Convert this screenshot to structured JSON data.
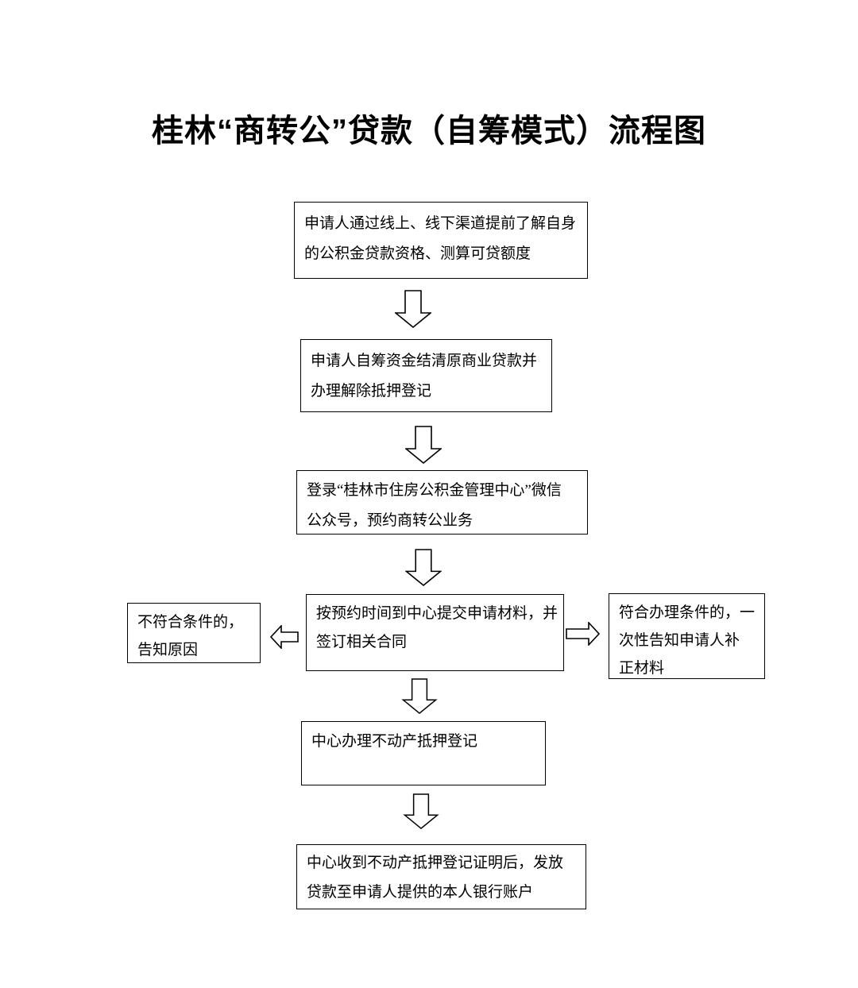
{
  "page": {
    "title": "桂林“商转公”贷款（自筹模式）流程图",
    "background_color": "#ffffff",
    "line_color": "#000000",
    "text_color": "#000000"
  },
  "flowchart": {
    "steps": [
      {
        "id": "step-1",
        "text": "申请人通过线上、线下渠道提前了解自身的公积金贷款资格、测算可贷额度",
        "lines": [
          "申请人通过线上、线下渠道提前了解自身",
          "的公积金贷款资格、测算可贷额度"
        ]
      },
      {
        "id": "step-2",
        "text": "申请人自筹资金结清原商业贷款并办理解除抵押登记",
        "lines": [
          "申请人自筹资金结清原商业贷款并",
          "办理解除抵押登记"
        ]
      },
      {
        "id": "step-3",
        "text": "登录“桂林市住房公积金管理中心”微信公众号，预约商转公业务",
        "lines": [
          "登录“桂林市住房公积金管理中心”微信",
          "公众号，预约商转公业务"
        ]
      },
      {
        "id": "step-4",
        "text": "按预约时间到中心提交申请材料，并签订相关合同",
        "lines": [
          "按预约时间到中心提交申请材料，并",
          "签订相关合同"
        ]
      },
      {
        "id": "step-5",
        "text": "中心办理不动产抵押登记",
        "lines": [
          "中心办理不动产抵押登记"
        ]
      },
      {
        "id": "step-6",
        "text": "中心收到不动产抵押登记证明后，发放贷款至申请人提供的本人银行账户",
        "lines": [
          "中心收到不动产抵押登记证明后，发放",
          "贷款至申请人提供的本人银行账户"
        ]
      }
    ],
    "branch_left": {
      "id": "branch-reject",
      "text": "不符合条件的，告知原因",
      "lines": [
        "不符合条件的，",
        "告知原因"
      ]
    },
    "branch_right": {
      "id": "branch-supplement",
      "text": "符合办理条件的，一次性告知申请人补正材料",
      "lines": [
        "符合办理条件的，一",
        "次性告知申请人补",
        "正材料"
      ]
    }
  }
}
